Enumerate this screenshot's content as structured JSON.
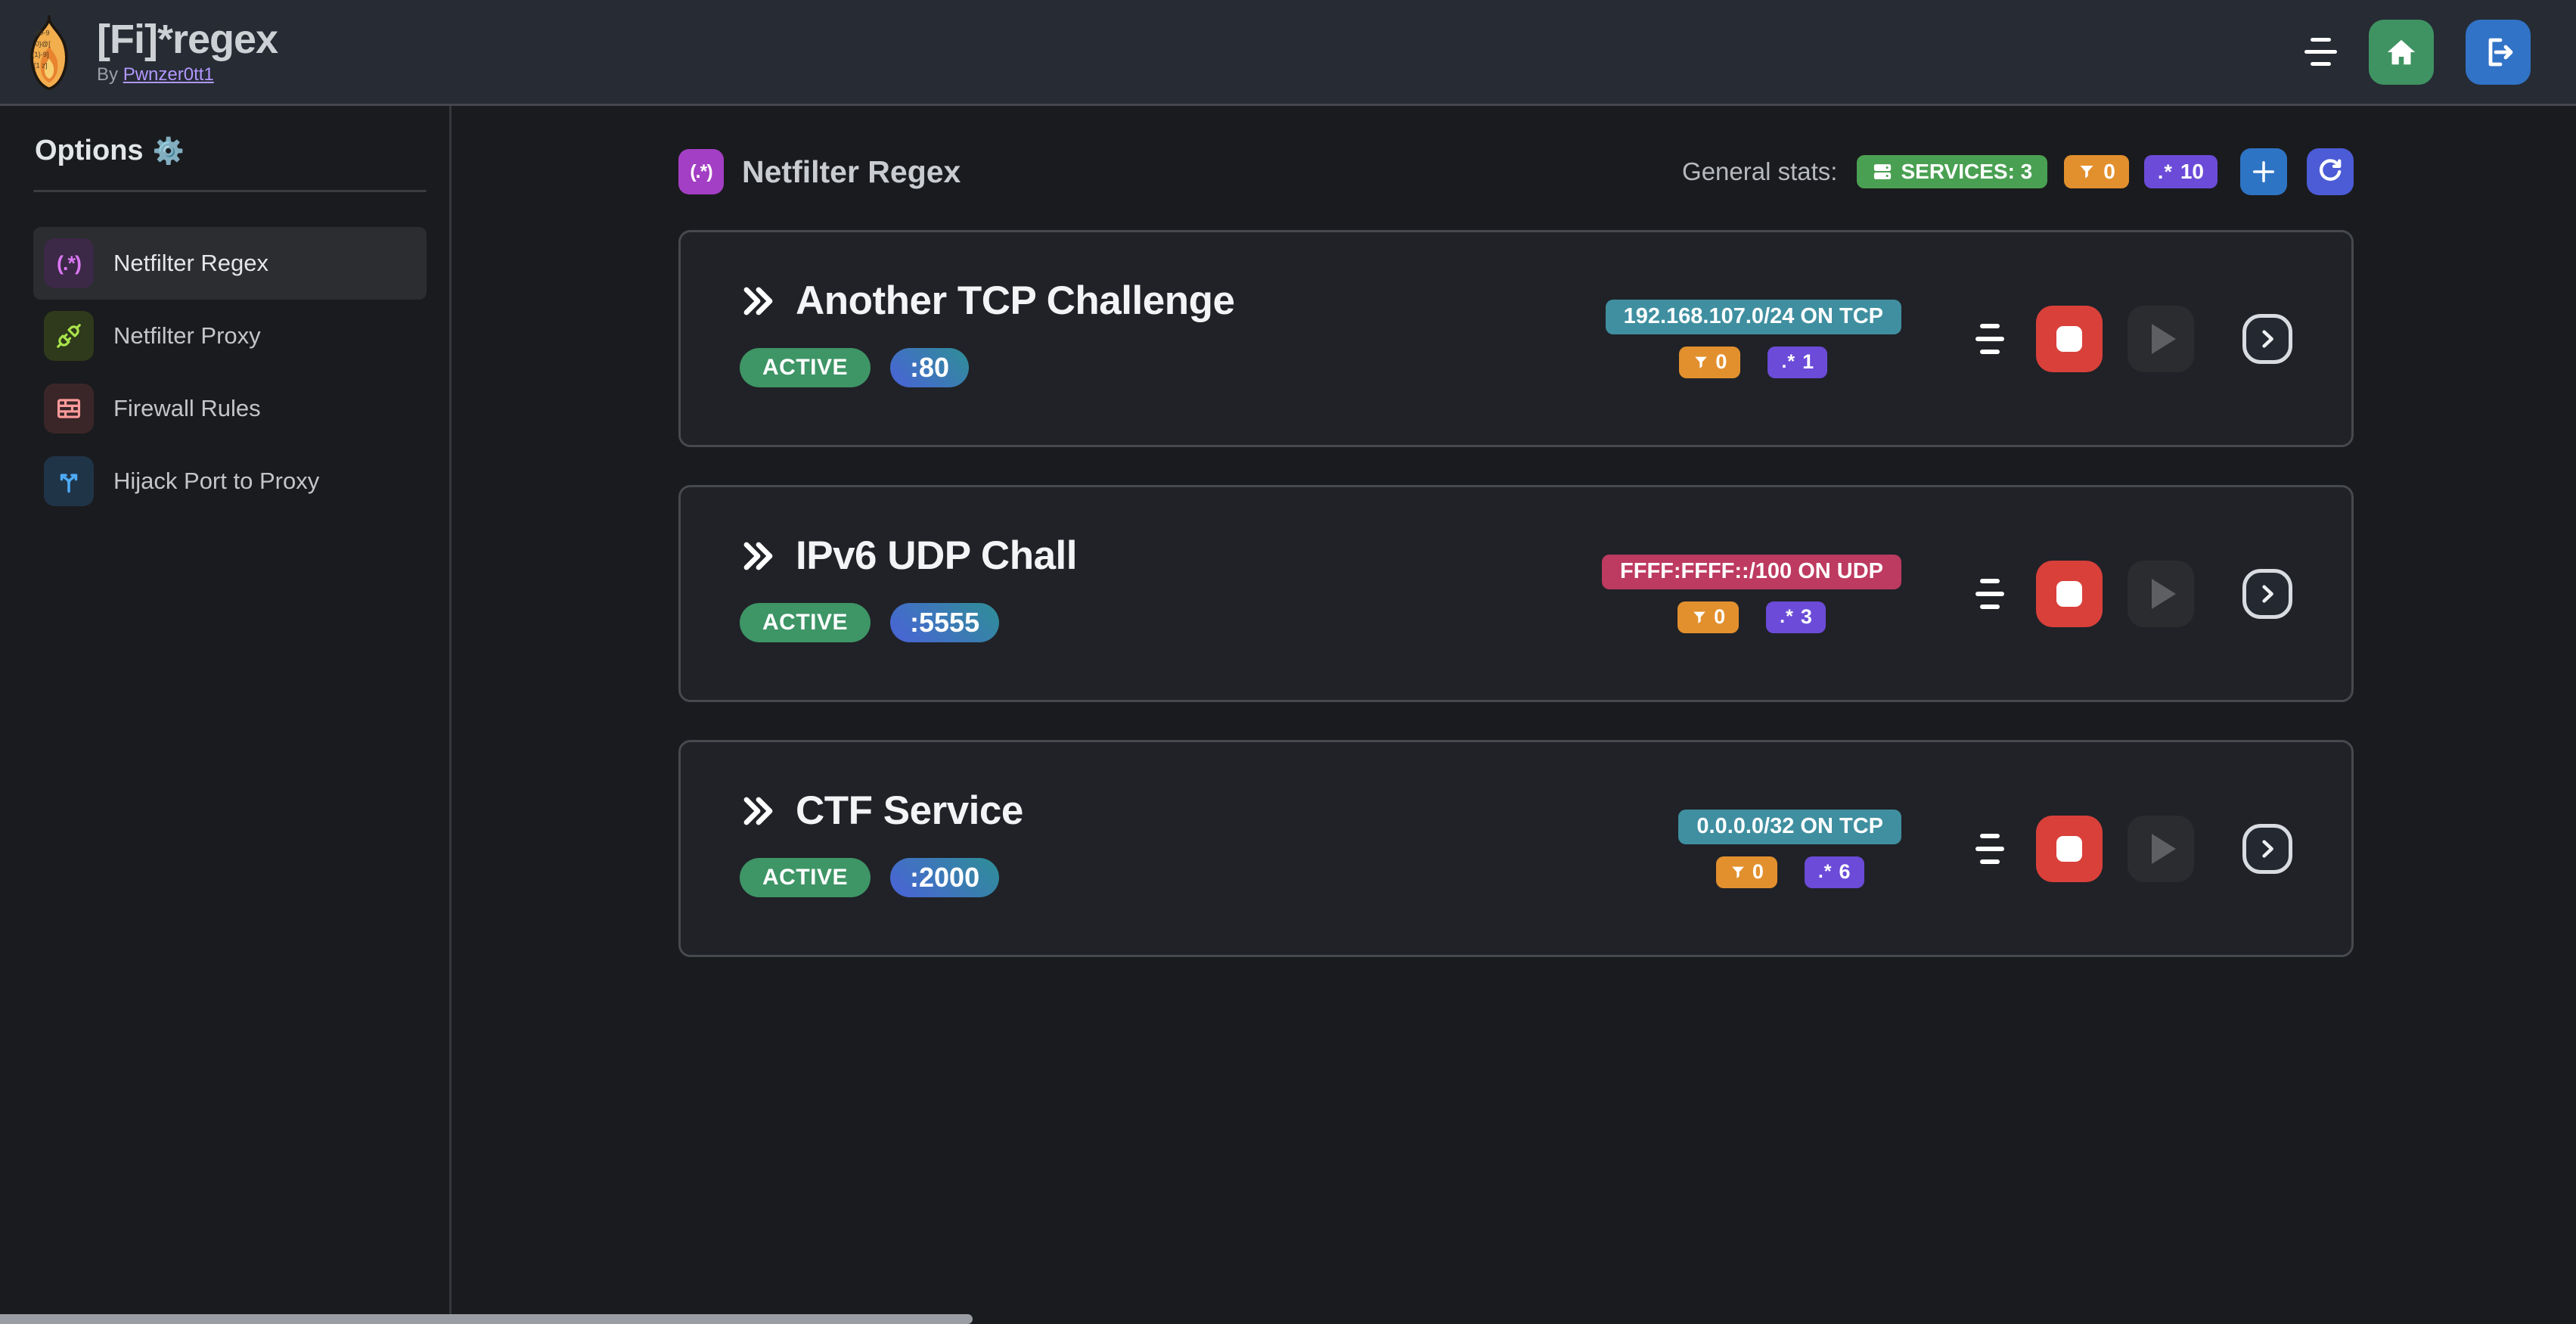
{
  "colors": {
    "navbar_bg": "#262b34",
    "page_bg": "#1a1b1e",
    "card_bg": "#202227",
    "services_badge_green": "#4aa052",
    "filter_badge_orange": "#e2902e",
    "regex_badge_violet": "#6b4bd8",
    "add_button_blue": "#2e74c4",
    "refresh_button_indigo": "#4c5cd6",
    "active_badge_green": "#3e9566",
    "stop_button_red": "#d9403a",
    "tcp_target_teal": "#3f8fa0",
    "udp_target_pink": "#bd3a60",
    "home_button_green": "#3f9362",
    "logout_button_blue": "#3173c6",
    "port_badge_gradient": [
      "#4a62d8",
      "#2e8f96"
    ]
  },
  "navbar": {
    "title": "[Fi]*regex",
    "byline_prefix": "By",
    "byline_link": "Pwnzer0tt1"
  },
  "sidebar": {
    "heading": "Options",
    "gear_icon": "⚙️",
    "items": [
      {
        "label": "Netfilter Regex",
        "glyph": "(.*)",
        "active": true
      },
      {
        "label": "Netfilter Proxy",
        "active": false
      },
      {
        "label": "Firewall Rules",
        "active": false
      },
      {
        "label": "Hijack Port to Proxy",
        "active": false
      }
    ]
  },
  "header": {
    "icon_glyph": "(.*)",
    "title": "Netfilter Regex",
    "stats_label": "General stats:",
    "services_badge": "SERVICES: 3",
    "filter_count": "0",
    "regex_glyph": ".*",
    "regex_count": "10"
  },
  "services": [
    {
      "name": "Another TCP Challenge",
      "status": "ACTIVE",
      "port": ":80",
      "target": "192.168.107.0/24 ON TCP",
      "protocol": "TCP",
      "filter_count": "0",
      "regex_glyph": ".*",
      "regex_count": "1"
    },
    {
      "name": "IPv6 UDP Chall",
      "status": "ACTIVE",
      "port": ":5555",
      "target": "FFFF:FFFF::/100 ON UDP",
      "protocol": "UDP",
      "filter_count": "0",
      "regex_glyph": ".*",
      "regex_count": "3"
    },
    {
      "name": "CTF Service",
      "status": "ACTIVE",
      "port": ":2000",
      "target": "0.0.0.0/32 ON TCP",
      "protocol": "TCP",
      "filter_count": "0",
      "regex_glyph": ".*",
      "regex_count": "6"
    }
  ]
}
